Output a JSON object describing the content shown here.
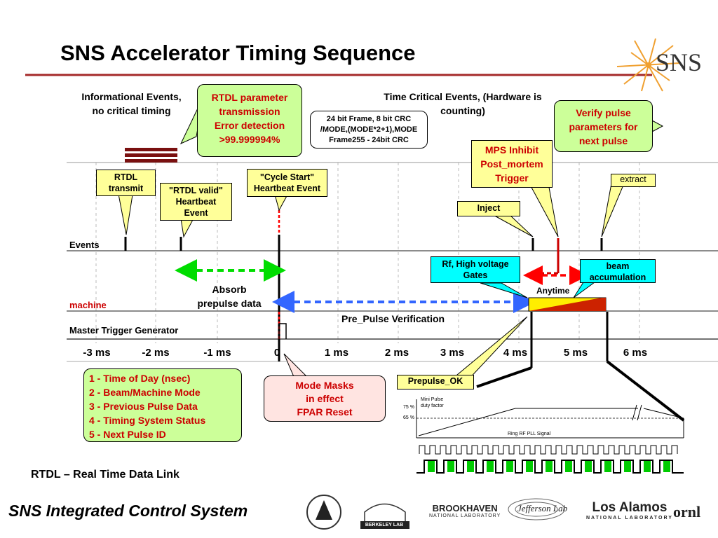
{
  "title": "SNS Accelerator Timing Sequence",
  "logo_sns": "SNS",
  "headers": {
    "informational": [
      "Informational Events,",
      "no critical timing"
    ],
    "time_critical": [
      "Time Critical Events,  (Hardware is",
      "counting)"
    ]
  },
  "callouts": {
    "rtdl_param": [
      "RTDL parameter",
      "transmission",
      "Error detection",
      ">99.999994%"
    ],
    "frame": [
      "24 bit Frame, 8 bit CRC",
      "/MODE,(MODE*2+1),MODE",
      "Frame255 - 24bit CRC"
    ],
    "verify": [
      "Verify pulse",
      "parameters for",
      "next pulse"
    ],
    "mps": [
      "MPS Inhibit",
      "Post_mortem",
      "Trigger"
    ],
    "rtdl_transmit": [
      "RTDL",
      "transmit"
    ],
    "rtdl_valid": [
      "\"RTDL valid\"",
      "Heartbeat",
      "Event"
    ],
    "cycle_start": [
      "\"Cycle Start\"",
      "Heartbeat Event"
    ],
    "inject": "Inject",
    "extract": "extract",
    "rf_gates": [
      "Rf, High voltage",
      "Gates"
    ],
    "beam_acc": [
      "beam",
      "accumulation"
    ],
    "anytime": "Anytime",
    "absorb": [
      "Absorb",
      "prepulse data"
    ],
    "pre_pulse": "Pre_Pulse Verification",
    "prepulse_ok": "Prepulse_OK",
    "mode_masks": [
      "Mode Masks",
      "in effect",
      "FPAR Reset"
    ]
  },
  "row_labels": {
    "events": "Events",
    "machine": "machine",
    "master": "Master Trigger Generator"
  },
  "axis_ticks": [
    "-3 ms",
    "-2 ms",
    "-1 ms",
    "0",
    "1 ms",
    "2 ms",
    "3 ms",
    "4 ms",
    "5 ms",
    "6 ms"
  ],
  "rtdl_list": [
    "1 - Time of Day (nsec)",
    "2 - Beam/Machine Mode",
    "3 - Previous Pulse Data",
    "4 - Timing System Status",
    "5 - Next Pulse ID"
  ],
  "mini": {
    "title": [
      "Mini Pulse",
      "duty factor"
    ],
    "pct75": "75 %",
    "pct65": "65 %",
    "ring": "Ring RF PLL Signal"
  },
  "rtdl_definition": "RTDL – Real Time Data Link",
  "footer": "SNS Integrated Control System",
  "logos": {
    "berkeley": "BERKELEY LAB",
    "brookhaven": [
      "BROOKHAVEN",
      "NATIONAL LABORATORY"
    ],
    "jefferson": "Jefferson Lab",
    "losalamos": [
      "Los Alamos",
      "NATIONAL LABORATORY"
    ],
    "ornl": "ornl"
  },
  "colors": {
    "accent_red": "#a52a2a",
    "callout_green": "#ccff99",
    "callout_yellow": "#ffff99",
    "callout_cyan": "#00ffff",
    "callout_pink": "#ffe4e1",
    "arrow_green": "#00dd00",
    "arrow_blue": "#3366ff",
    "arrow_red": "#ff0000"
  }
}
